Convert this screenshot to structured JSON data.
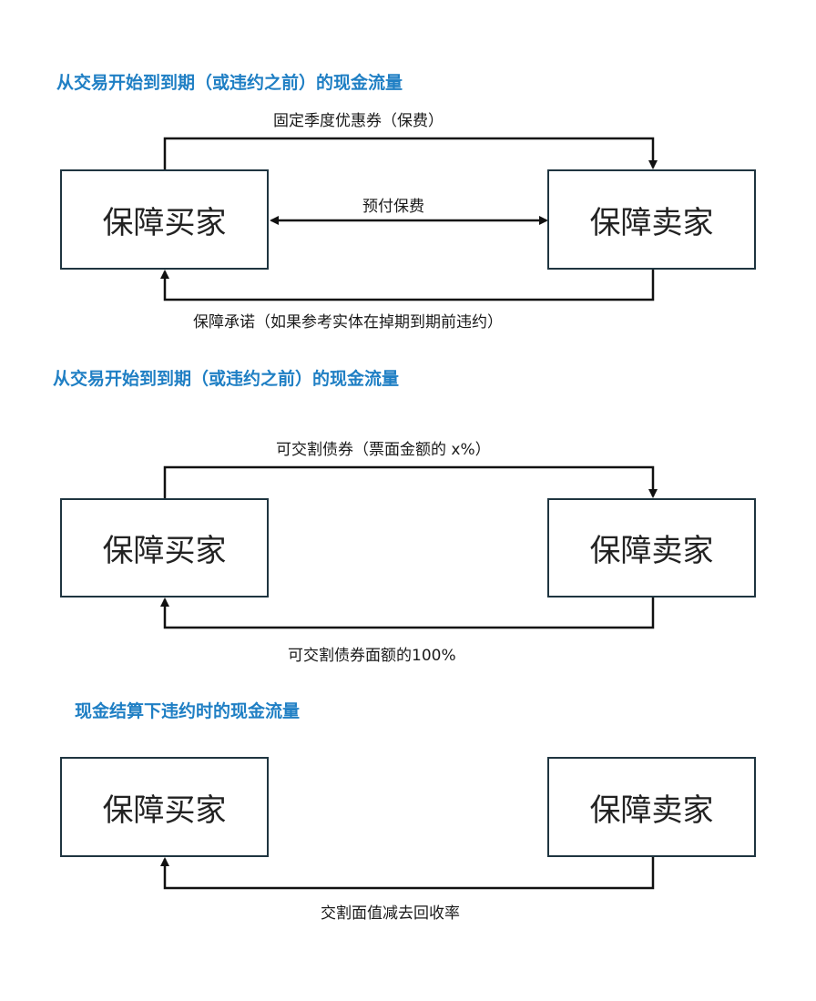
{
  "sections": [
    {
      "heading": "从交易开始到到期（或违约之前）的现金流量",
      "buyer": "保障买家",
      "seller": "保障卖家",
      "top_arrow_label": "固定季度优惠券（保费）",
      "middle_arrow_label": "预付保费",
      "bottom_arrow_label": "保障承诺（如果参考实体在掉期到期前违约）"
    },
    {
      "heading": "从交易开始到到期（或违约之前）的现金流量",
      "buyer": "保障买家",
      "seller": "保障卖家",
      "top_arrow_label": "可交割债券（票面金额的 x%）",
      "bottom_arrow_label": "可交割债券面额的100%"
    },
    {
      "heading": "现金结算下违约时的现金流量",
      "buyer": "保障买家",
      "seller": "保障卖家",
      "bottom_arrow_label": "交割面值减去回收率"
    }
  ],
  "colors": {
    "heading": "#1f7fc4",
    "box_border": "#1f3540",
    "line": "#111111"
  }
}
